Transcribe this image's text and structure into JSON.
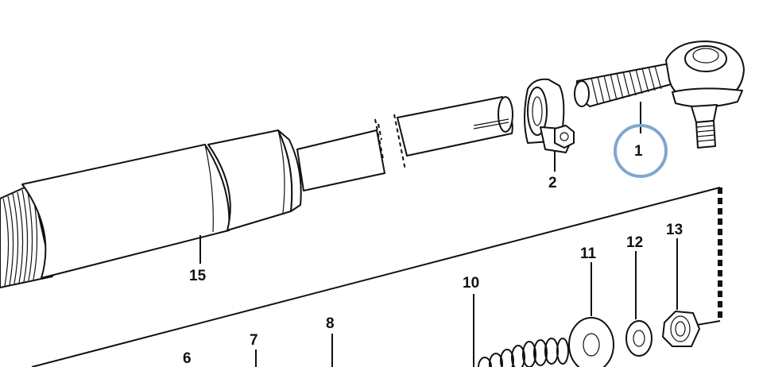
{
  "callouts": {
    "c1": "1",
    "c2": "2",
    "c6": "6",
    "c7": "7",
    "c8": "8",
    "c10": "10",
    "c11": "11",
    "c12": "12",
    "c13": "13",
    "c15": "15"
  },
  "colors": {
    "ink": "#111111",
    "highlight_ring": "#7fa6cf",
    "background": "#ffffff"
  },
  "highlighted_part": "1"
}
